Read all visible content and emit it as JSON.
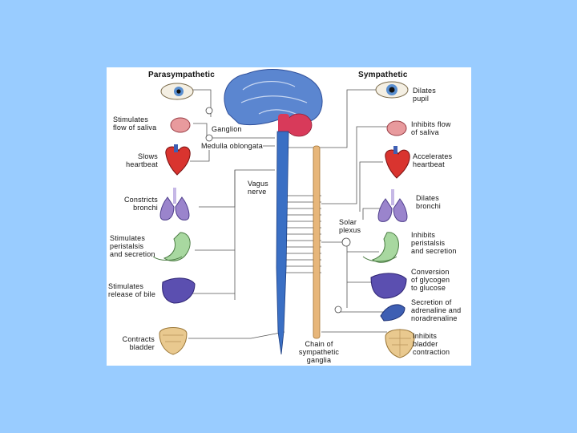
{
  "slide": {
    "background": "#99ccff"
  },
  "diagram": {
    "headers": {
      "left": "Parasympathetic",
      "right": "Sympathetic"
    },
    "center_labels": {
      "ganglion": "Ganglion",
      "medulla": "Medulla oblongata",
      "vagus": "Vagus\nnerve",
      "solar": "Solar\nplexus",
      "chain": "Chain of\nsympathetic\nganglia"
    },
    "left_labels": [
      "Stimulates\nflow of saliva",
      "Slows\nheartbeat",
      "Constricts\nbronchi",
      "Stimulates\nperistalsis\nand secretion",
      "Stimulates\nrelease of bile",
      "Contracts\nbladder"
    ],
    "right_labels": [
      "Dilates\npupil",
      "Inhibits flow\nof saliva",
      "Accelerates\nheartbeat",
      "Dilates\nbronchi",
      "Inhibits\nperistalsis\nand secretion",
      "Conversion\nof glycogen\nto glucose",
      "Secretion of\nadrenaline and\nnoradrenaline",
      "Inhibits\nbladder\ncontraction"
    ],
    "colors": {
      "nerve": "#3a6fc4",
      "brain": "#5b86d0",
      "brainstem": "#d83a5a",
      "heart": "#d9342f",
      "lungs": "#9a84cc",
      "stomach": "#a8d8a0",
      "liver": "#5b4fb0",
      "bladder": "#e9c98f",
      "ganglia_chain": "#e7b67a"
    },
    "organ_icons": [
      "eye-icon",
      "salivary-gland-icon",
      "heart-icon",
      "lungs-icon",
      "stomach-icon",
      "liver-icon",
      "adrenal-gland-icon",
      "bladder-icon",
      "brain-icon"
    ]
  }
}
